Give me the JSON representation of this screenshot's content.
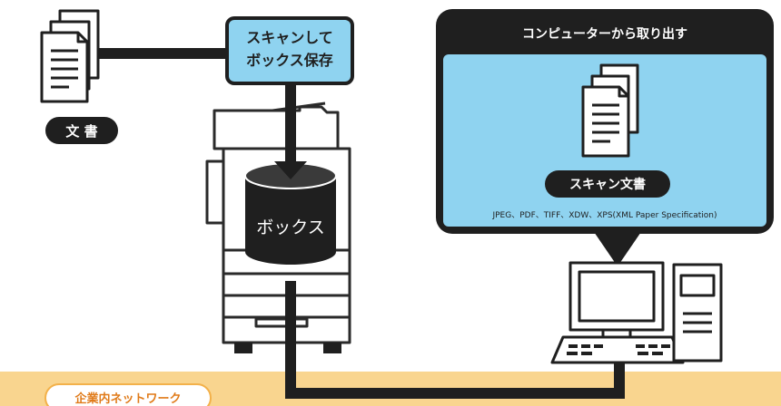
{
  "document_label": "文 書",
  "scan_box_label_line1": "スキャンして",
  "scan_box_label_line2": "ボックス保存",
  "box_label": "ボックス",
  "retrieve_panel": {
    "title": "コンピューターから取り出す",
    "scanned_doc_label": "スキャン文書",
    "formats": "JPEG、PDF、TIFF、XDW、XPS(XML Paper Specification)"
  },
  "network_label": "企業内ネットワーク",
  "colors": {
    "accent_blue": "#8fd3f0",
    "network_orange": "#f9d58f",
    "network_text": "#e07b1a",
    "dark": "#1f1f1f"
  }
}
